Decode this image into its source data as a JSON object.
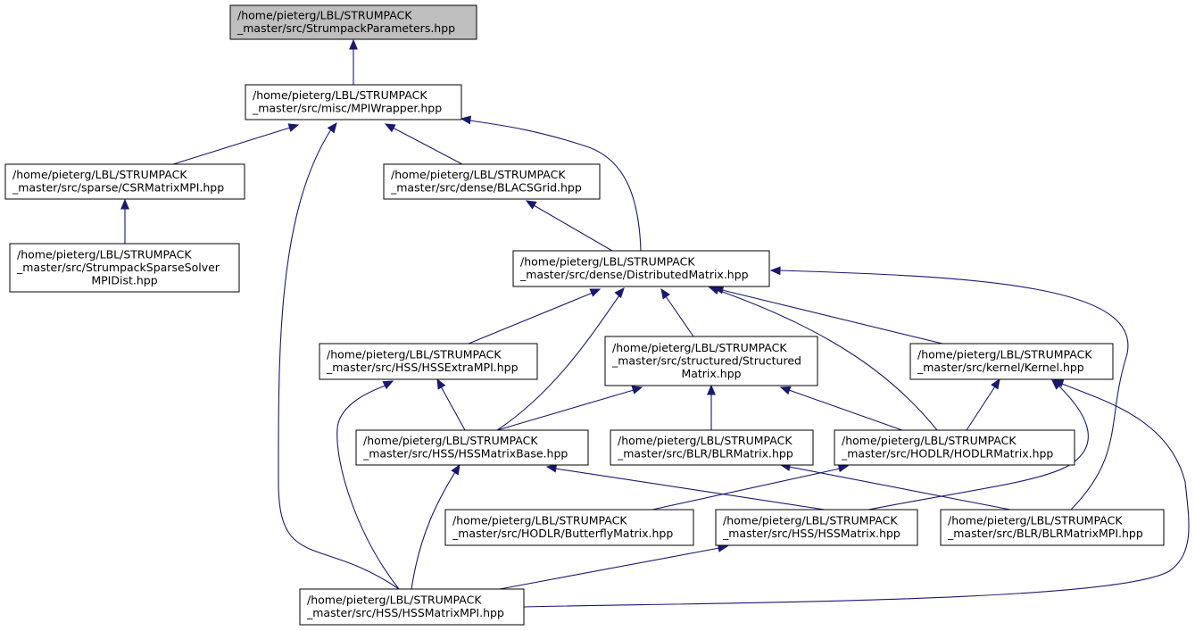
{
  "graph": {
    "nodes": [
      {
        "id": "StrumpackParameters",
        "lines": [
          "/home/pieterg/LBL/STRUMPACK",
          "_master/src/StrumpackParameters.hpp"
        ],
        "highlighted": true
      },
      {
        "id": "MPIWrapper",
        "lines": [
          "/home/pieterg/LBL/STRUMPACK",
          "_master/src/misc/MPIWrapper.hpp"
        ]
      },
      {
        "id": "CSRMatrixMPI",
        "lines": [
          "/home/pieterg/LBL/STRUMPACK",
          "_master/src/sparse/CSRMatrixMPI.hpp"
        ]
      },
      {
        "id": "BLACSGrid",
        "lines": [
          "/home/pieterg/LBL/STRUMPACK",
          "_master/src/dense/BLACSGrid.hpp"
        ]
      },
      {
        "id": "StrumpackSparseSolverMPIDist",
        "lines": [
          "/home/pieterg/LBL/STRUMPACK",
          "_master/src/StrumpackSparseSolver",
          "MPIDist.hpp"
        ]
      },
      {
        "id": "DistributedMatrix",
        "lines": [
          "/home/pieterg/LBL/STRUMPACK",
          "_master/src/dense/DistributedMatrix.hpp"
        ]
      },
      {
        "id": "HSSExtraMPI",
        "lines": [
          "/home/pieterg/LBL/STRUMPACK",
          "_master/src/HSS/HSSExtraMPI.hpp"
        ]
      },
      {
        "id": "StructuredMatrix",
        "lines": [
          "/home/pieterg/LBL/STRUMPACK",
          "_master/src/structured/Structured",
          "Matrix.hpp"
        ]
      },
      {
        "id": "Kernel",
        "lines": [
          "/home/pieterg/LBL/STRUMPACK",
          "_master/src/kernel/Kernel.hpp"
        ]
      },
      {
        "id": "HSSMatrixBase",
        "lines": [
          "/home/pieterg/LBL/STRUMPACK",
          "_master/src/HSS/HSSMatrixBase.hpp"
        ]
      },
      {
        "id": "BLRMatrix",
        "lines": [
          "/home/pieterg/LBL/STRUMPACK",
          "_master/src/BLR/BLRMatrix.hpp"
        ]
      },
      {
        "id": "HODLRMatrix",
        "lines": [
          "/home/pieterg/LBL/STRUMPACK",
          "_master/src/HODLR/HODLRMatrix.hpp"
        ]
      },
      {
        "id": "ButterflyMatrix",
        "lines": [
          "/home/pieterg/LBL/STRUMPACK",
          "_master/src/HODLR/ButterflyMatrix.hpp"
        ]
      },
      {
        "id": "HSSMatrix",
        "lines": [
          "/home/pieterg/LBL/STRUMPACK",
          "_master/src/HSS/HSSMatrix.hpp"
        ]
      },
      {
        "id": "BLRMatrixMPI",
        "lines": [
          "/home/pieterg/LBL/STRUMPACK",
          "_master/src/BLR/BLRMatrixMPI.hpp"
        ]
      },
      {
        "id": "HSSMatrixMPI",
        "lines": [
          "/home/pieterg/LBL/STRUMPACK",
          "_master/src/HSS/HSSMatrixMPI.hpp"
        ]
      }
    ],
    "edges": [
      {
        "from": "MPIWrapper",
        "to": "StrumpackParameters"
      },
      {
        "from": "CSRMatrixMPI",
        "to": "MPIWrapper"
      },
      {
        "from": "HSSMatrixMPI",
        "to": "MPIWrapper"
      },
      {
        "from": "BLACSGrid",
        "to": "MPIWrapper"
      },
      {
        "from": "DistributedMatrix",
        "to": "MPIWrapper"
      },
      {
        "from": "StrumpackSparseSolverMPIDist",
        "to": "CSRMatrixMPI"
      },
      {
        "from": "DistributedMatrix",
        "to": "BLACSGrid"
      },
      {
        "from": "HSSExtraMPI",
        "to": "DistributedMatrix"
      },
      {
        "from": "HSSMatrixBase",
        "to": "DistributedMatrix"
      },
      {
        "from": "StructuredMatrix",
        "to": "DistributedMatrix"
      },
      {
        "from": "HODLRMatrix",
        "to": "DistributedMatrix"
      },
      {
        "from": "Kernel",
        "to": "DistributedMatrix"
      },
      {
        "from": "BLRMatrixMPI",
        "to": "DistributedMatrix"
      },
      {
        "from": "HSSMatrixBase",
        "to": "HSSExtraMPI"
      },
      {
        "from": "HSSMatrixMPI",
        "to": "HSSExtraMPI"
      },
      {
        "from": "HSSMatrixBase",
        "to": "StructuredMatrix"
      },
      {
        "from": "BLRMatrix",
        "to": "StructuredMatrix"
      },
      {
        "from": "HODLRMatrix",
        "to": "StructuredMatrix"
      },
      {
        "from": "HODLRMatrix",
        "to": "Kernel"
      },
      {
        "from": "HSSMatrix",
        "to": "Kernel"
      },
      {
        "from": "HSSMatrixMPI",
        "to": "Kernel"
      },
      {
        "from": "HSSMatrix",
        "to": "HSSMatrixBase"
      },
      {
        "from": "HSSMatrixMPI",
        "to": "HSSMatrixBase"
      },
      {
        "from": "BLRMatrixMPI",
        "to": "BLRMatrix"
      },
      {
        "from": "ButterflyMatrix",
        "to": "HODLRMatrix"
      },
      {
        "from": "HSSMatrixMPI",
        "to": "HSSMatrix"
      }
    ]
  },
  "colors": {
    "edge": "#191970",
    "highlighted_fill": "#bfbfbf",
    "node_fill": "#ffffff",
    "node_border": "#000000"
  }
}
